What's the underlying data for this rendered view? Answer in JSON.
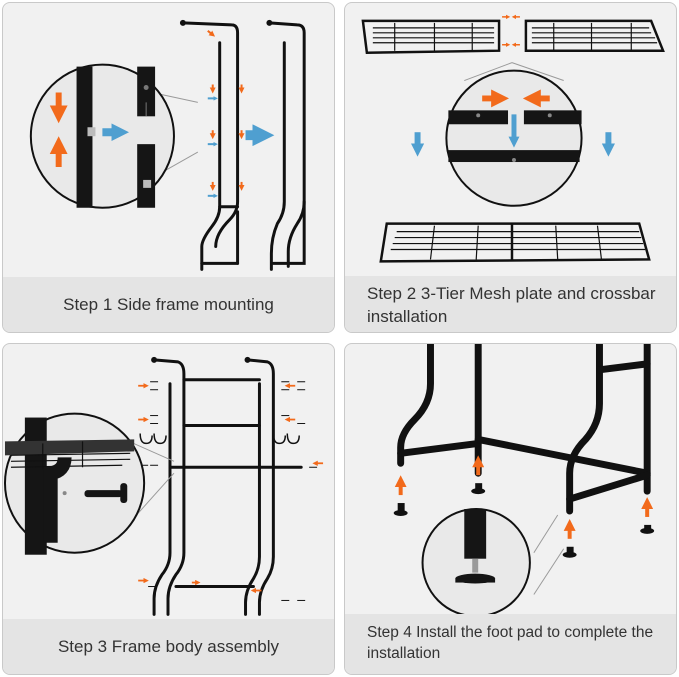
{
  "steps": [
    {
      "caption": "Step 1 Side frame mounting"
    },
    {
      "caption": "Step 2 3-Tier Mesh plate and crossbar installation"
    },
    {
      "caption": "Step 3 Frame body assembly"
    },
    {
      "caption": "Step 4 Install the foot pad to complete the installation"
    }
  ],
  "colors": {
    "panel_bg": "#f1f1f1",
    "caption_bg": "#e4e4e4",
    "frame": "#111111",
    "arrow_orange": "#f26a1b",
    "arrow_blue": "#4f9fd0"
  },
  "icons": [
    "orange-arrow-icon",
    "blue-arrow-icon",
    "screw-icon",
    "hook-icon",
    "foot-pad-icon"
  ]
}
